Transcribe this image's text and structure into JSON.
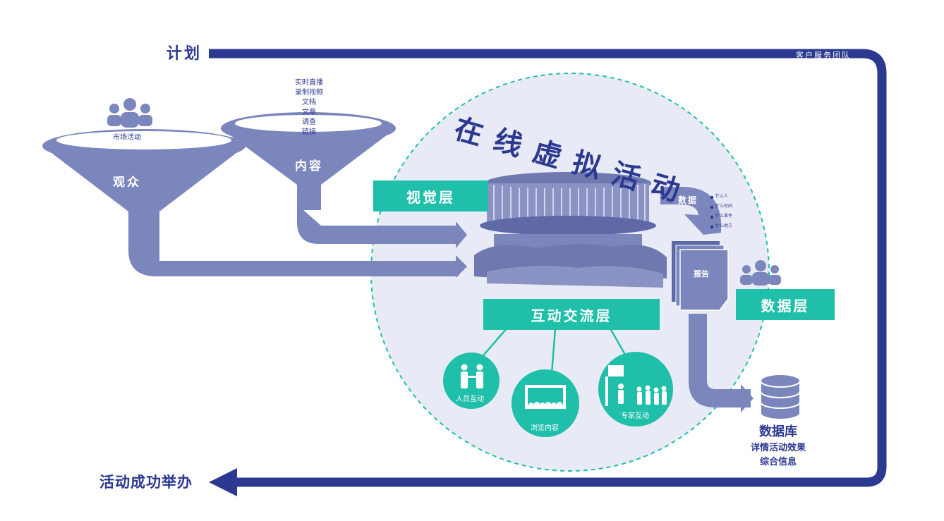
{
  "loop": {
    "plan_label": "计划",
    "team_label": "客户服务团队",
    "success_label": "活动成功举办"
  },
  "funnels": {
    "audience": {
      "label": "观众",
      "sub_label": "市场活动"
    },
    "content": {
      "label": "内容",
      "items": [
        "实时直播",
        "录制视频",
        "文档",
        "文章",
        "调查",
        "链接"
      ]
    }
  },
  "main": {
    "title": "在线虚拟活动",
    "visual_layer": "视觉层",
    "interaction_layer": "互动交流层",
    "interactions": [
      "人员互动",
      "浏览内容",
      "专家互动"
    ]
  },
  "data_side": {
    "data_label": "数据",
    "data_items": [
      "什么人",
      "什么时间",
      "什么事件",
      "什么地方"
    ],
    "report_label": "报告",
    "data_layer": "数据层",
    "database": {
      "title": "数据库",
      "lines": [
        "详情活动效果",
        "综合信息"
      ]
    }
  },
  "colors": {
    "navy": "#2b3990",
    "periwinkle": "#7b86bd",
    "teal": "#1fbfaa",
    "circle_fill": "#e8ebf5"
  }
}
